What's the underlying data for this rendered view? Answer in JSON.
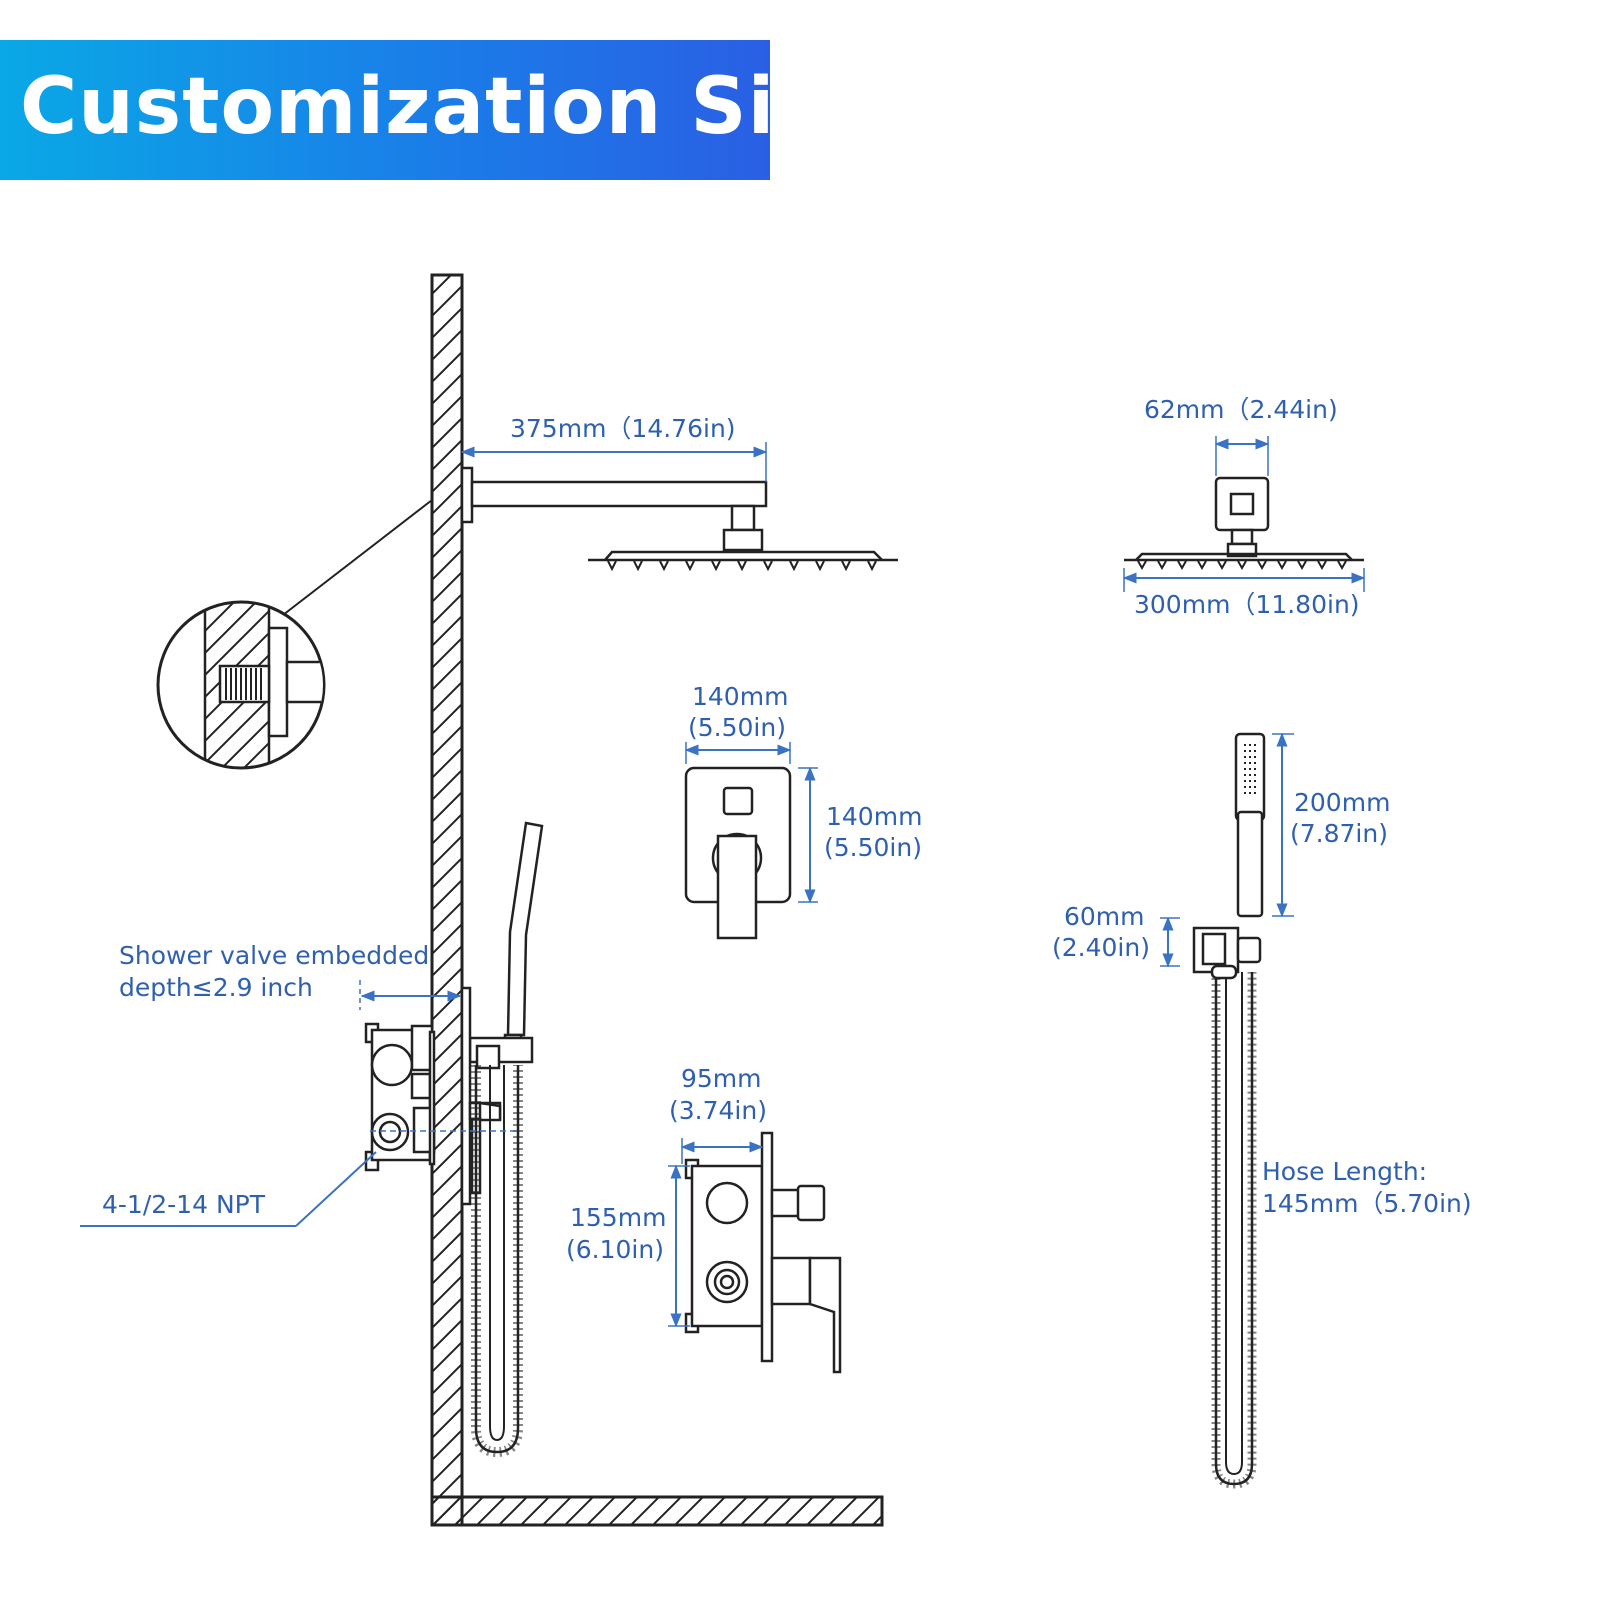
{
  "title": "Customization Size",
  "colors": {
    "banner_start": "#0aa8e6",
    "banner_end": "#2a5fe4",
    "dimension_blue": "#3b73c4",
    "drawing_line": "#222222"
  },
  "dimensions": {
    "arm_length": "375mm（14.76in)",
    "flange_width": "62mm（2.44in)",
    "head_width": "300mm（11.80in)",
    "trim_width_mm": "140mm",
    "trim_width_in": "(5.50in)",
    "trim_height_mm": "140mm",
    "trim_height_in": "(5.50in)",
    "holder_mm": "60mm",
    "holder_in": "(2.40in)",
    "handheld_mm": "200mm",
    "handheld_in": "(7.87in)",
    "valve_depth_mm": "95mm",
    "valve_depth_in": "(3.74in)",
    "valve_height_mm": "155mm",
    "valve_height_in": "(6.10in)",
    "embedded_line1": "Shower valve embedded",
    "embedded_line2": "depth≤2.9 inch",
    "npt": "4-1/2-14 NPT",
    "hose_line1": "Hose Length:",
    "hose_line2": "145mm（5.70in)"
  }
}
